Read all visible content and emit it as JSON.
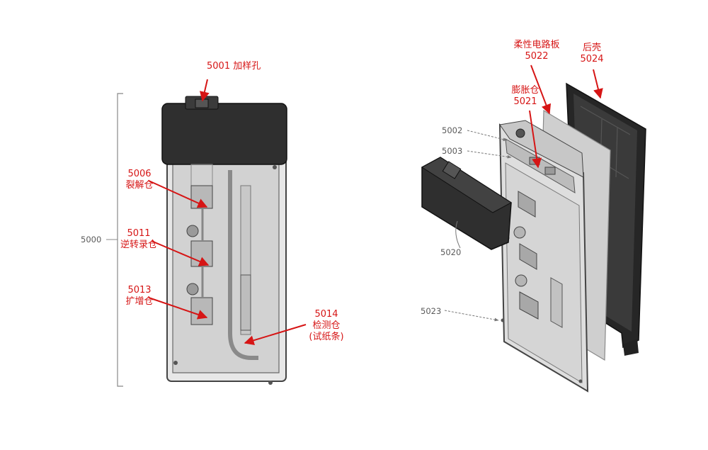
{
  "colors": {
    "callout": "#d61515",
    "reference": "#5a5a5a",
    "cap": "#2f2f2f"
  },
  "left_view": {
    "assembly_ref": "5000",
    "callouts": [
      {
        "code": "5001",
        "name": "加样孔"
      },
      {
        "code": "5006",
        "name": "裂解仓"
      },
      {
        "code": "5011",
        "name": "逆转录仓"
      },
      {
        "code": "5013",
        "name": "扩增仓"
      },
      {
        "code": "5014",
        "name": "检测仓",
        "note": "(试纸条)"
      }
    ]
  },
  "right_view": {
    "callouts": [
      {
        "code": "5022",
        "name": "柔性电路板"
      },
      {
        "code": "5024",
        "name": "后壳"
      },
      {
        "code": "5021",
        "name": "膨胀仓"
      }
    ],
    "refs": [
      "5002",
      "5003",
      "5020",
      "5023"
    ]
  }
}
